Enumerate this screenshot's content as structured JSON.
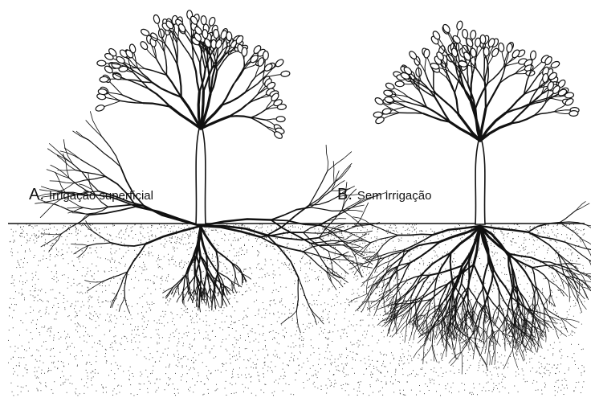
{
  "panels": [
    {
      "letter": "A.",
      "caption": "Irrigação superficial"
    },
    {
      "letter": "B.",
      "caption": "Sem irrigação"
    }
  ],
  "colors": {
    "ink": "#111111",
    "paper": "#ffffff",
    "soil_stipple": "#333333"
  }
}
